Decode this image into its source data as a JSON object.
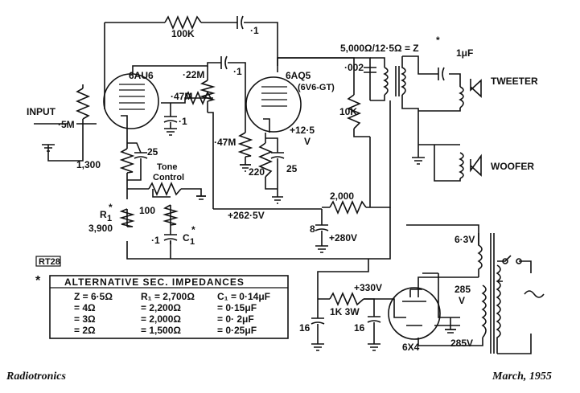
{
  "components": {
    "tube_preamp": "6AU6",
    "tube_output": "6AQ5",
    "tube_output_alt": "(6V6-GT)",
    "tube_rectifier": "6X4",
    "input": "INPUT",
    "input_pot": "·5M",
    "r_feedback": "100K",
    "c_feedback": "·1",
    "r_plate": "·22M",
    "c_coupling": "·1",
    "r_screen": "·47M",
    "c_screen": "·1",
    "r_grid": "·47M",
    "r_cathode_out": "220",
    "c_cathode_out": "25",
    "cathode_voltage": "+12·5",
    "cathode_voltage_unit": "V",
    "c_cathode_pre": "25",
    "r_cathode_pre": "1,300",
    "tone_control": "Tone",
    "tone_control_2": "Control",
    "r_tone": "100",
    "r1_label": "R",
    "r1_sub": "1",
    "r1_value": "3,900",
    "c1_label": "·1",
    "c1_name": "C",
    "c1_sub": "1",
    "b_plus_1": "+262·5V",
    "r_dropping": "2,000",
    "c_filter_1": "8",
    "b_plus_2": "+280V",
    "transformer_spec": "5,000Ω/12·5Ω = Z",
    "c_002": "·002",
    "r_10k": "10K",
    "c_tweeter": "1μF",
    "tweeter": "TWEETER",
    "woofer": "WOOFER",
    "b_plus_3": "+330V",
    "r_rectifier": "1K  3W",
    "c_filter_2": "16",
    "c_filter_3": "16",
    "heater_voltage": "6·3V",
    "hv_top": "285",
    "hv_top_unit": "V",
    "hv_bottom": "285V",
    "ref_code": "RT28",
    "asterisk": "*"
  },
  "table": {
    "title": "ALTERNATIVE SEC. IMPEDANCES",
    "rows": [
      {
        "z": "Z = 6·5Ω",
        "r1": "R₁ = 2,700Ω",
        "c1": "C₁ = 0·14μF"
      },
      {
        "z": "= 4Ω",
        "r1": "= 2,200Ω",
        "c1": "= 0·15μF"
      },
      {
        "z": "= 3Ω",
        "r1": "= 2,000Ω",
        "c1": "= 0· 2μF"
      },
      {
        "z": "= 2Ω",
        "r1": "= 1,500Ω",
        "c1": "= 0·25μF"
      }
    ]
  },
  "footer": {
    "left": "Radiotronics",
    "right": "March, 1955"
  }
}
